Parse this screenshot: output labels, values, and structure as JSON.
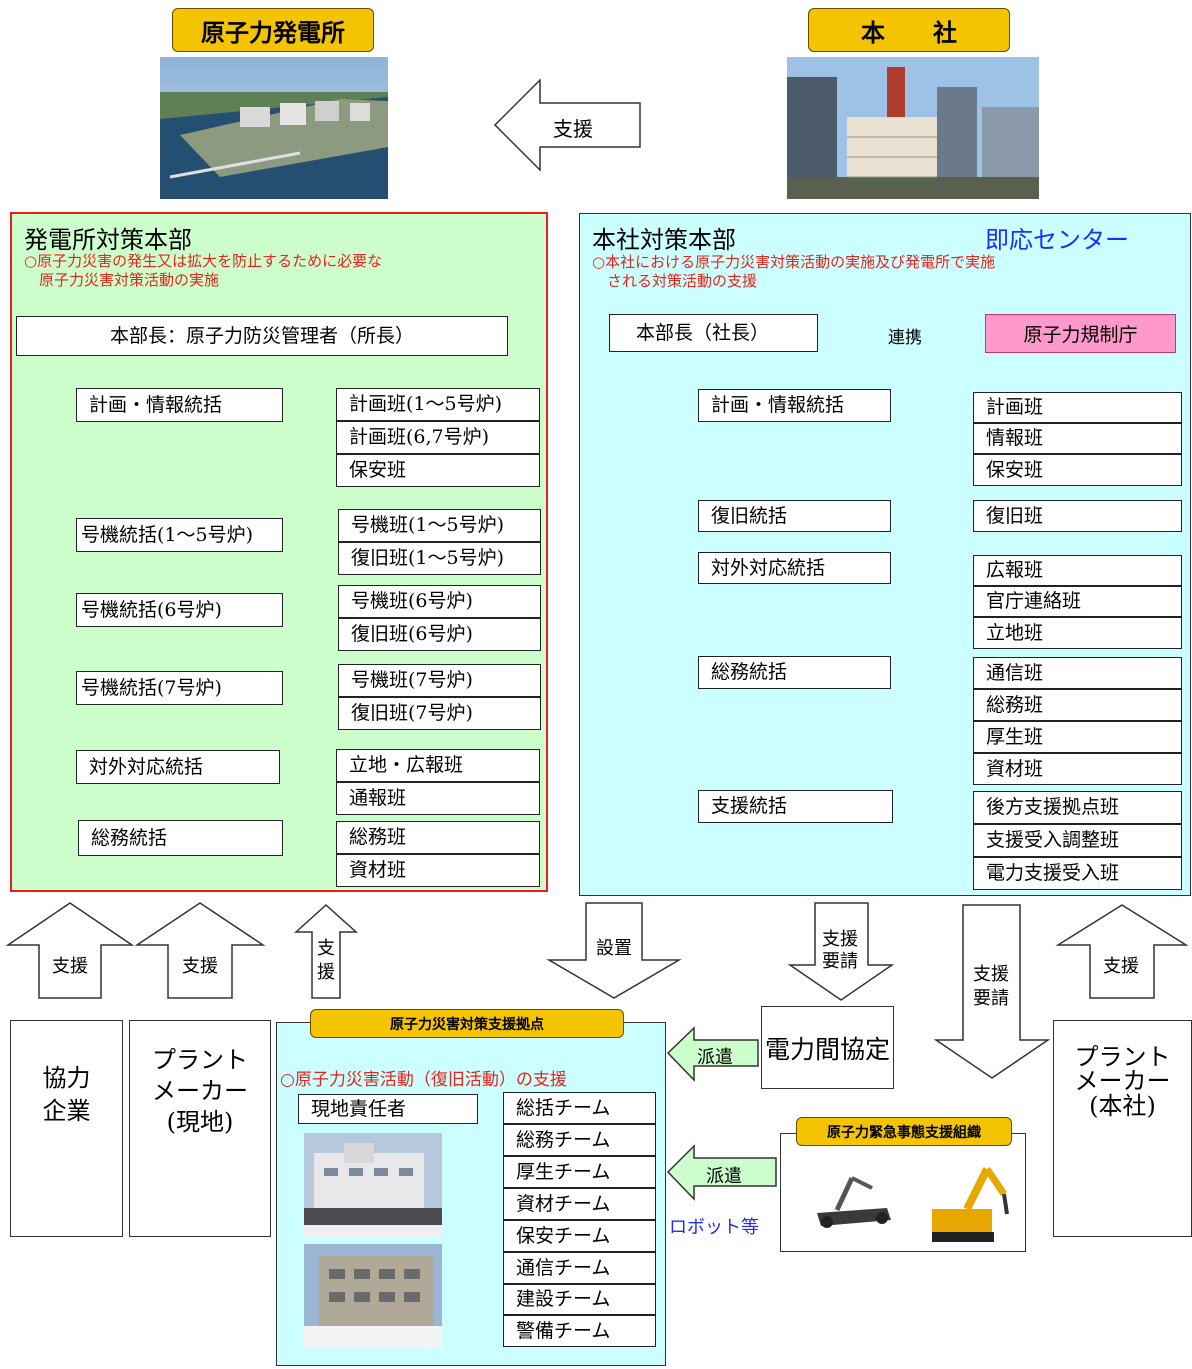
{
  "top": {
    "plant_label": "原子力発電所",
    "hq_label": "本　　社",
    "support_arrow": "支援"
  },
  "plant_hq": {
    "title": "発電所対策本部",
    "desc1": "○原子力災害の発生又は拡大を防止するために必要な",
    "desc2": "　原子力災害対策活動の実施",
    "head": "本部長：原子力防災管理者（所長）",
    "groups": [
      {
        "name": "計画・情報統括",
        "teams": [
          "計画班(1～5号炉)",
          "計画班(6,7号炉)",
          "保安班"
        ]
      },
      {
        "name": "号機統括(1～5号炉)",
        "teams": [
          "号機班(1～5号炉)",
          "復旧班(1～5号炉)"
        ]
      },
      {
        "name": "号機統括(6号炉)",
        "teams": [
          "号機班(6号炉)",
          "復旧班(6号炉)"
        ]
      },
      {
        "name": "号機統括(7号炉)",
        "teams": [
          "号機班(7号炉)",
          "復旧班(7号炉)"
        ]
      },
      {
        "name": "対外対応統括",
        "teams": [
          "立地・広報班",
          "通報班"
        ]
      },
      {
        "name": "総務統括",
        "teams": [
          "総務班",
          "資材班"
        ]
      }
    ]
  },
  "company_hq": {
    "title": "本社対策本部",
    "center": "即応センター",
    "desc1": "○本社における原子力災害対策活動の実施及び発電所で実施",
    "desc2": "　される対策活動の支援",
    "head": "本部長（社長）",
    "link": "連携",
    "regulator": "原子力規制庁",
    "groups": [
      {
        "name": "計画・情報統括",
        "teams": [
          "計画班",
          "情報班",
          "保安班"
        ]
      },
      {
        "name": "復旧統括",
        "teams": [
          "復旧班"
        ]
      },
      {
        "name": "対外対応統括",
        "teams": [
          "広報班",
          "官庁連絡班",
          "立地班"
        ]
      },
      {
        "name": "総務統括",
        "teams": [
          "通信班",
          "総務班",
          "厚生班",
          "資材班"
        ]
      },
      {
        "name": "支援統括",
        "teams": [
          "後方支援拠点班",
          "支援受入調整班",
          "電力支援受入班"
        ]
      }
    ]
  },
  "arrows": {
    "support": "支援",
    "support_v1": "支",
    "support_v2": "援",
    "setup": "設置",
    "request1": "支援",
    "request2": "要請",
    "dispatch": "派遣"
  },
  "bottom": {
    "partner1": "協力",
    "partner2": "企業",
    "maker_local1": "プラント",
    "maker_local2": "メーカー",
    "maker_local3": "(現地)",
    "maker_hq1": "プラント",
    "maker_hq2": "メーカー",
    "maker_hq3": "(本社)",
    "power_agreement": "電力間協定"
  },
  "base": {
    "title": "原子力災害対策支援拠点",
    "desc": "○原子力災害活動（復旧活動）の支援",
    "leader": "現地責任者",
    "teams": [
      "総括チーム",
      "総務チーム",
      "厚生チーム",
      "資材チーム",
      "保安チーム",
      "通信チーム",
      "建設チーム",
      "警備チーム"
    ]
  },
  "robot": {
    "title": "原子力緊急事態支援組織",
    "caption": "ロボット等"
  }
}
